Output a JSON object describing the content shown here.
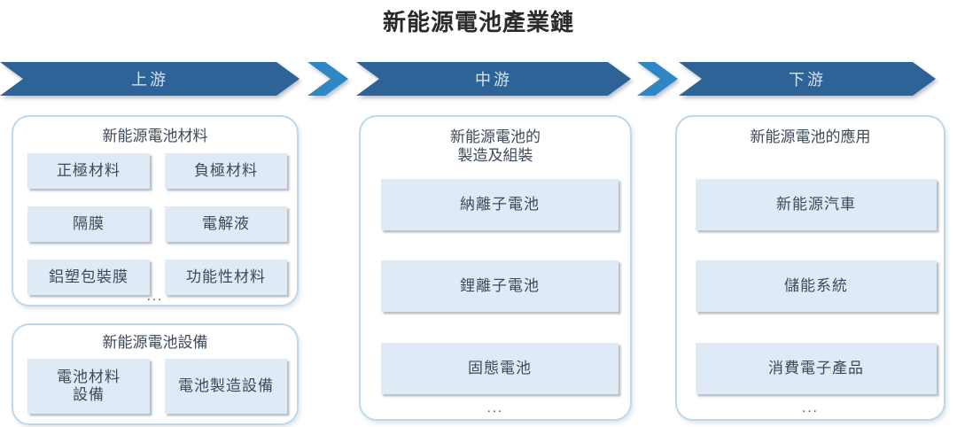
{
  "title": "新能源電池產業鏈",
  "stages": [
    {
      "label": "上游"
    },
    {
      "label": "中游"
    },
    {
      "label": "下游"
    }
  ],
  "upstream": {
    "materials": {
      "header": "新能源電池材料",
      "items": [
        "正極材料",
        "負極材料",
        "隔膜",
        "電解液",
        "鋁塑包裝膜",
        "功能性材料"
      ],
      "ellipsis": "..."
    },
    "equipment": {
      "header": "新能源電池設備",
      "items": [
        {
          "label": "電池材料設備",
          "lines": [
            "電池材料",
            "設備"
          ]
        },
        {
          "label": "電池製造設備",
          "lines": [
            "電池製造設備"
          ]
        }
      ]
    }
  },
  "midstream": {
    "header_lines": [
      "新能源電池的",
      "製造及組裝"
    ],
    "items": [
      "納離子電池",
      "鋰離子電池",
      "固態電池"
    ],
    "ellipsis": "..."
  },
  "downstream": {
    "header": "新能源電池的應用",
    "items": [
      "新能源汽車",
      "儲能系統",
      "消費電子產品"
    ],
    "ellipsis": "..."
  },
  "colors": {
    "banner_blue": "#2d6397",
    "chevron_blue": "#2f86c4",
    "banner_text": "#d3e2f0",
    "item_fill": "#deebf7",
    "container_border": "#bcd9ec",
    "body_text": "#3e4a59",
    "title_text": "#2a2a2a"
  }
}
